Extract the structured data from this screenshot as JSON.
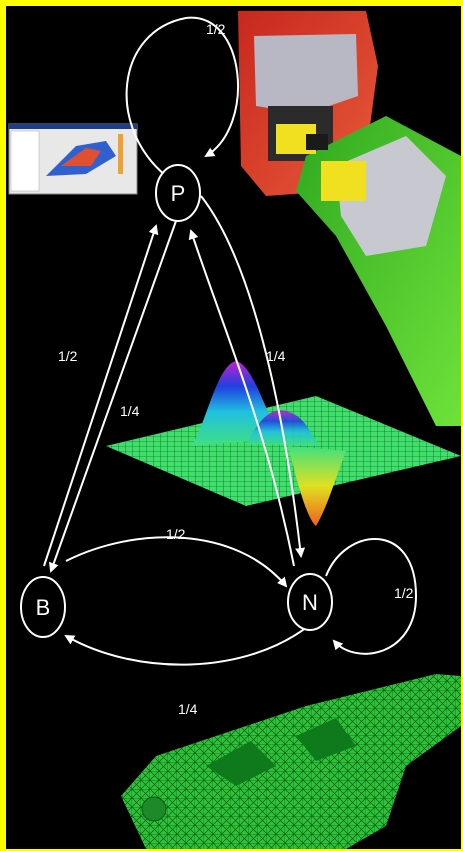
{
  "nodes": {
    "p": "P",
    "b": "B",
    "n": "N"
  },
  "edges": {
    "p_self": "1/2",
    "b_to_p": "1/2",
    "p_to_b": "1/4",
    "p_to_n": "1/4",
    "b_to_n": "1/2",
    "n_self": "1/2",
    "n_to_b": "1/4"
  },
  "images": {
    "software_window": "fea-software-window",
    "car_crash": "car-crash-simulation",
    "surface_plot": "3d-surface-plot",
    "mesh": "green-triangular-mesh-bracket"
  },
  "colors": {
    "border": "#ffff00",
    "background": "#000000",
    "diagram_lines": "#ffffff"
  }
}
